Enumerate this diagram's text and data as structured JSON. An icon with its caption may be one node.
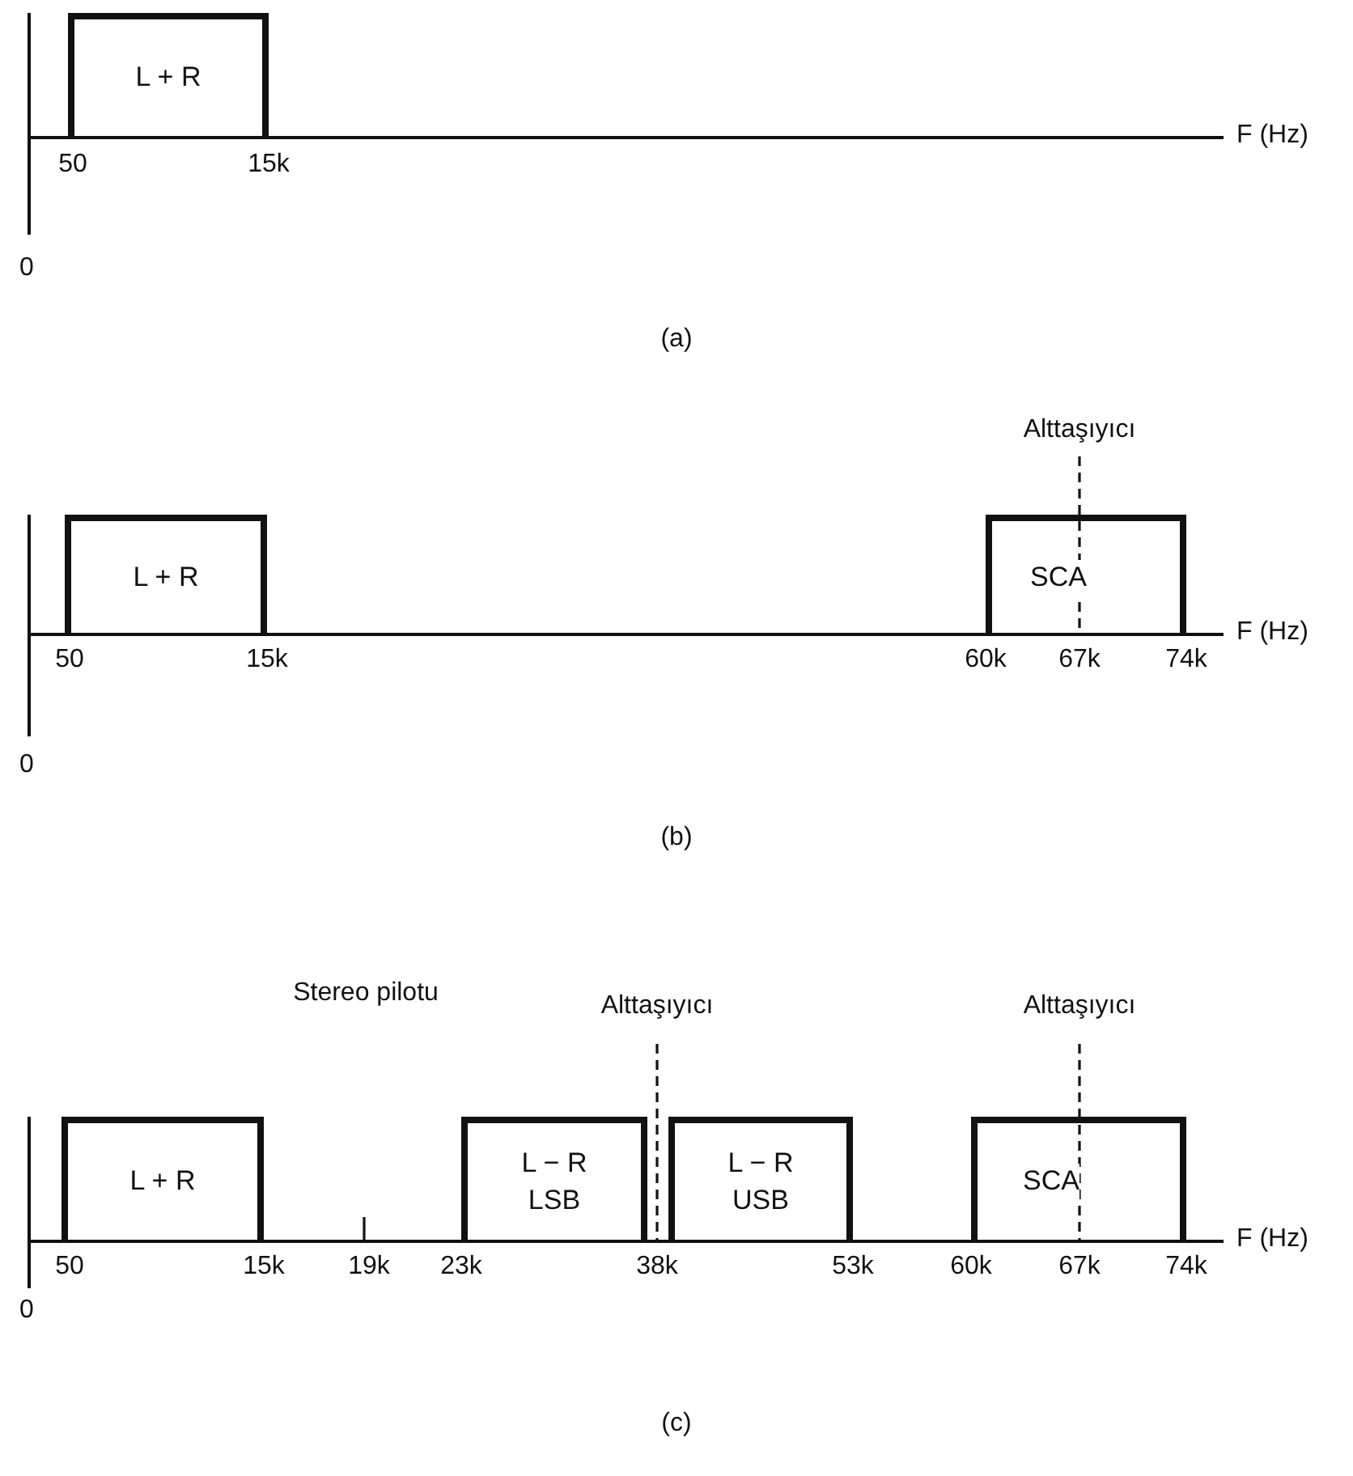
{
  "diagram": {
    "nodes": [
      {
        "text": [
          "L + R"
        ]
      },
      {
        "text": [
          "L + R"
        ]
      },
      {
        "text": [
          "SCA"
        ]
      },
      {
        "text": [
          "L + R"
        ]
      },
      {
        "text": [
          "L − R",
          "LSB"
        ]
      },
      {
        "text": [
          "L − R",
          "USB"
        ]
      },
      {
        "text": [
          "SCA"
        ]
      }
    ],
    "labels": [
      "F (Hz)",
      "50",
      "15k",
      "0",
      "(a)",
      "Alttaşıyıcı",
      "F (Hz)",
      "50",
      "15k",
      "60k",
      "67k",
      "74k",
      "0",
      "(b)",
      "Stereo pilotu",
      "Alttaşıyıcı",
      "Alttaşıyıcı",
      "F (Hz)",
      "50",
      "15k",
      "19k",
      "23k",
      "38k",
      "53k",
      "60k",
      "67k",
      "74k",
      "0",
      "(c)"
    ]
  }
}
